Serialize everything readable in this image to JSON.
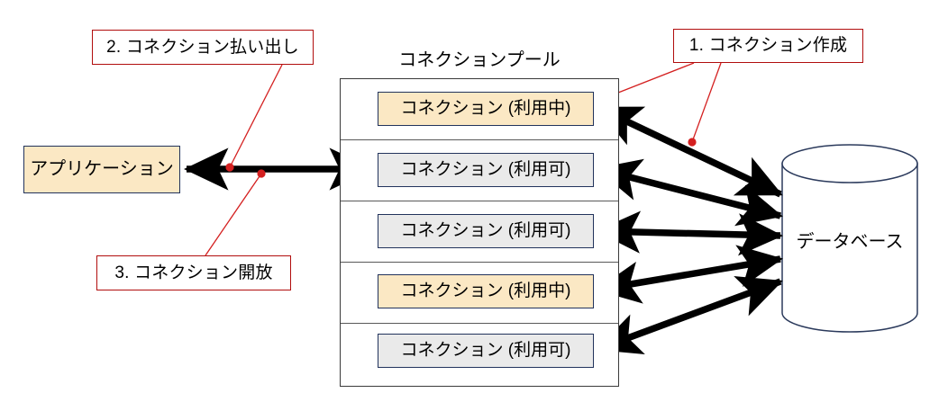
{
  "diagram": {
    "title_hidden": "",
    "colors": {
      "callout_border": "#b10d0d",
      "callout_line": "#d42020",
      "node_border": "#22335c",
      "in_use_fill": "#fbe8c4",
      "available_fill": "#eaeaea",
      "pool_border": "#3a3a3a",
      "arrow": "#000000",
      "background": "#ffffff"
    }
  },
  "callouts": [
    {
      "id": "callout-1",
      "label": "1. コネクション作成"
    },
    {
      "id": "callout-2",
      "label": "2. コネクション払い出し"
    },
    {
      "id": "callout-3",
      "label": "3. コネクション開放"
    }
  ],
  "application": {
    "label": "アプリケーション"
  },
  "pool": {
    "title": "コネクションプール",
    "rows": [
      {
        "label": "コネクション (利用中)",
        "state": "in-use"
      },
      {
        "label": "コネクション (利用可)",
        "state": "available"
      },
      {
        "label": "コネクション (利用可)",
        "state": "available"
      },
      {
        "label": "コネクション (利用中)",
        "state": "in-use"
      },
      {
        "label": "コネクション (利用可)",
        "state": "available"
      }
    ]
  },
  "database": {
    "label": "データベース"
  },
  "connectors": {
    "app_to_pool": "double-arrow",
    "pool_to_db": "double-arrow"
  }
}
